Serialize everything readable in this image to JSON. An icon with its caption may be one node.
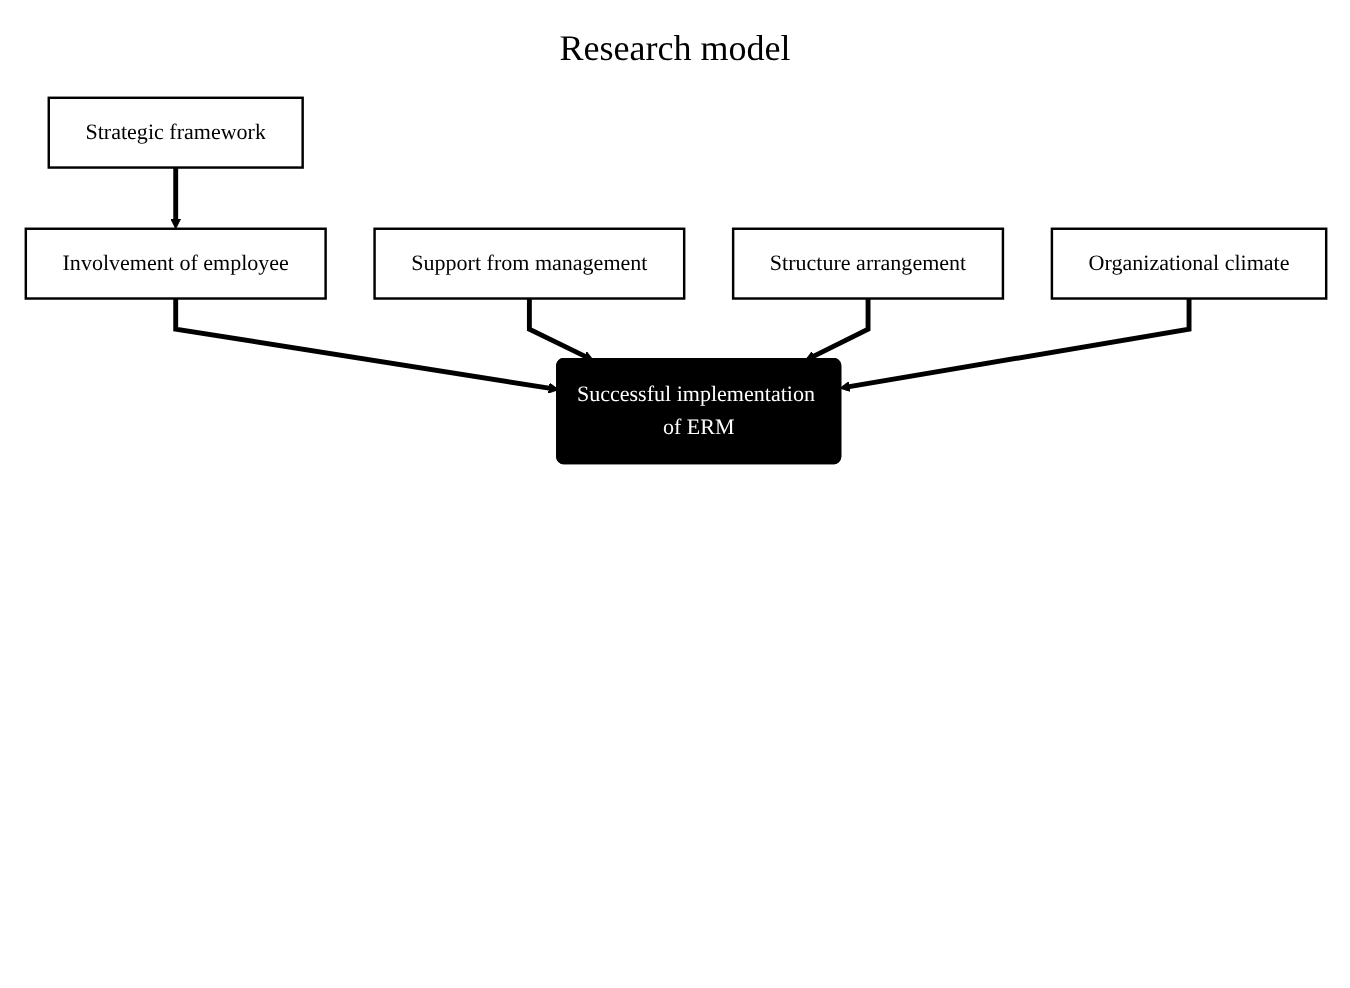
{
  "diagram": {
    "title": "Research model",
    "nodes": [
      {
        "text": [
          "Support from management"
        ]
      },
      {
        "text": [
          "Organizational climate"
        ]
      },
      {
        "text": [
          "Strategic framework"
        ]
      },
      {
        "text": [
          "Structure arrangement"
        ]
      },
      {
        "text": [
          "Involvement of employee"
        ]
      },
      {
        "text": [
          "Successful implementation of ERM"
        ]
      }
    ],
    "edges": [
      {
        "from": 2,
        "to": 4,
        "arrow": "to"
      },
      {
        "from": 4,
        "to": 5,
        "arrow": "to"
      },
      {
        "from": 0,
        "to": 5,
        "arrow": "to"
      },
      {
        "from": 3,
        "to": 5,
        "arrow": "to"
      },
      {
        "from": 1,
        "to": 5,
        "arrow": "to"
      }
    ]
  }
}
